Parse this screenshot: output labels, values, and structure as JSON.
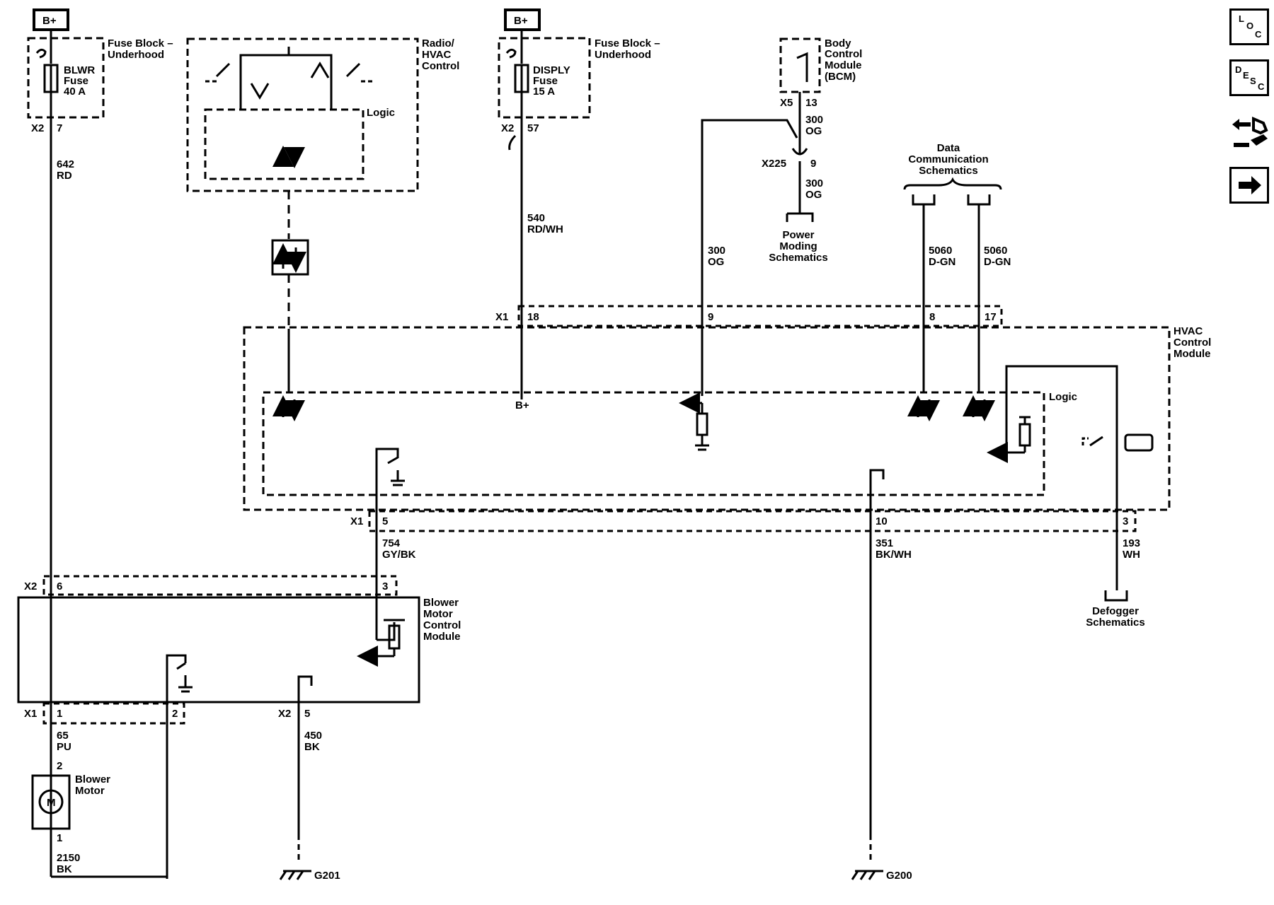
{
  "power": {
    "bplus_left": "B+",
    "bplus_mid": "B+",
    "bplus_internal": "B+"
  },
  "fuse_blwr": {
    "block_label": [
      "Fuse Block –",
      "Underhood"
    ],
    "fuse_label": [
      "BLWR",
      "Fuse",
      "40 A"
    ],
    "conn": "X2",
    "pin": "7"
  },
  "fuse_disp": {
    "block_label": [
      "Fuse Block –",
      "Underhood"
    ],
    "fuse_label": [
      "DISPLY",
      "Fuse",
      "15 A"
    ],
    "conn": "X2",
    "pin": "57"
  },
  "radio": {
    "label": [
      "Radio/",
      "HVAC",
      "Control"
    ],
    "logic": "Logic"
  },
  "bcm": {
    "label": [
      "Body",
      "Control",
      "Module",
      "(BCM)"
    ],
    "conn": "X5",
    "pin": "13"
  },
  "x225": {
    "conn": "X225",
    "pin": "9"
  },
  "power_moding": [
    "Power",
    "Moding",
    "Schematics"
  ],
  "data_comm": [
    "Data",
    "Communication",
    "Schematics"
  ],
  "wires": {
    "w642": [
      "642",
      "RD"
    ],
    "w540": [
      "540",
      "RD/WH"
    ],
    "w300a": [
      "300",
      "OG"
    ],
    "w300b": [
      "300",
      "OG"
    ],
    "w300c": [
      "300",
      "OG"
    ],
    "w5060a": [
      "5060",
      "D-GN"
    ],
    "w5060b": [
      "5060",
      "D-GN"
    ],
    "w754": [
      "754",
      "GY/BK"
    ],
    "w351": [
      "351",
      "BK/WH"
    ],
    "w193": [
      "193",
      "WH"
    ],
    "w65": [
      "65",
      "PU"
    ],
    "w450": [
      "450",
      "BK"
    ],
    "w2150": [
      "2150",
      "BK"
    ]
  },
  "hvac_module": {
    "label": [
      "HVAC",
      "Control",
      "Module"
    ],
    "logic": "Logic",
    "x1_top": "X1",
    "pins_top": [
      "18",
      "9",
      "8",
      "17"
    ],
    "x1_bottom": "X1",
    "pins_bottom": [
      "5",
      "10",
      "3"
    ]
  },
  "blower_module": {
    "label": [
      "Blower",
      "Motor",
      "Control",
      "Module"
    ],
    "x2_top": "X2",
    "pins_top": [
      "6",
      "3"
    ],
    "x1_bottom": "X1",
    "pins_bottom": [
      "1",
      "2"
    ],
    "x2_bottom": "X2",
    "pin_x2_bottom": "5"
  },
  "motor": {
    "label": [
      "Blower",
      "Motor"
    ],
    "symbol": "M",
    "pin_top": "2",
    "pin_bottom": "1"
  },
  "defogger": [
    "Defogger",
    "Schematics"
  ],
  "grounds": {
    "g201": "G201",
    "g200": "G200"
  },
  "nav": {
    "loc": [
      "L",
      "O",
      "C"
    ],
    "desc": [
      "D",
      "E",
      "S",
      "C"
    ]
  },
  "colors": {
    "line": "#000000",
    "background": "#ffffff"
  }
}
